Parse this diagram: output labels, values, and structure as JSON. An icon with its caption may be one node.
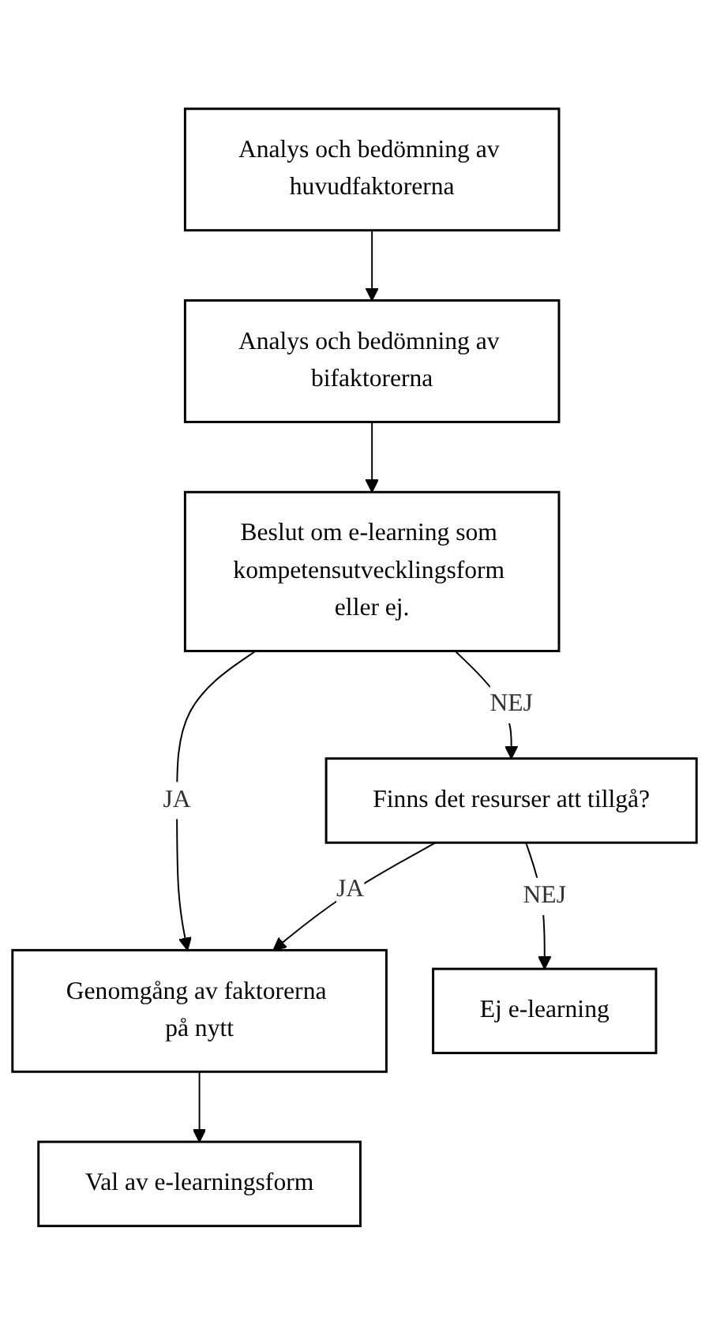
{
  "diagram": {
    "nodes": [
      {
        "text": [
          "Analys och bedömning av huvudfaktorerna"
        ]
      },
      {
        "text": [
          "Analys och bedömning av bifaktorerna"
        ]
      },
      {
        "text": [
          "Beslut om e-learning som kompetensutvecklingsform eller ej."
        ]
      },
      {
        "text": [
          "Genomgång av faktorerna på nytt"
        ]
      },
      {
        "text": [
          "Finns det resurser att tillgå?"
        ]
      },
      {
        "text": [
          "Val av e-learningsform"
        ]
      },
      {
        "text": [
          "Ej e-learning"
        ]
      }
    ],
    "edges": [
      {
        "from": 0,
        "to": 1,
        "arrow": "to"
      },
      {
        "from": 1,
        "to": 2,
        "arrow": "to"
      },
      {
        "from": 2,
        "to": 3,
        "arrow": "to",
        "label": "JA"
      },
      {
        "from": 2,
        "to": 4,
        "arrow": "to",
        "label": "NEJ"
      },
      {
        "from": 4,
        "to": 3,
        "arrow": "to",
        "label": "JA"
      },
      {
        "from": 3,
        "to": 5,
        "arrow": "to"
      },
      {
        "from": 4,
        "to": 6,
        "arrow": "to",
        "label": "NEJ"
      }
    ]
  }
}
